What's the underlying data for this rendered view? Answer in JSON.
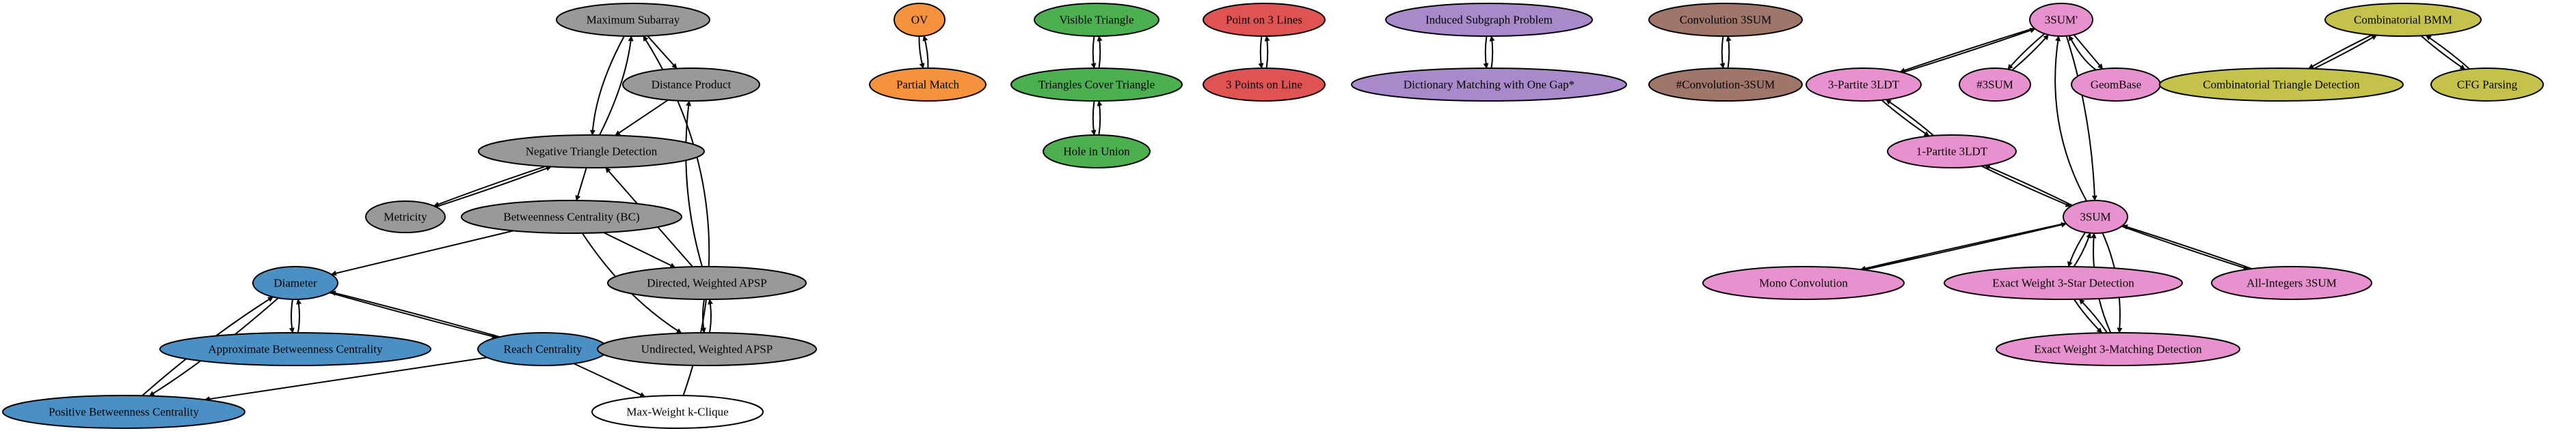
{
  "palette": {
    "gray": "#999999",
    "blue": "#4a90c4",
    "orange": "#f5923e",
    "green": "#4caf50",
    "red": "#e05353",
    "purple": "#a889c9",
    "brown": "#a0756a",
    "pink": "#e891cf",
    "olive": "#c4c24a",
    "white": "#ffffff"
  },
  "nodes": [
    {
      "id": "max_subarray",
      "label": "Maximum Subarray",
      "color": "gray"
    },
    {
      "id": "distance_product",
      "label": "Distance Product",
      "color": "gray"
    },
    {
      "id": "neg_triangle",
      "label": "Negative Triangle Detection",
      "color": "gray"
    },
    {
      "id": "metricity",
      "label": "Metricity",
      "color": "gray"
    },
    {
      "id": "bc",
      "label": "Betweenness Centrality (BC)",
      "color": "gray"
    },
    {
      "id": "diameter",
      "label": "Diameter",
      "color": "blue"
    },
    {
      "id": "directed_apsp",
      "label": "Directed, Weighted APSP",
      "color": "gray"
    },
    {
      "id": "approx_bc",
      "label": "Approximate Betweenness Centrality",
      "color": "blue"
    },
    {
      "id": "reach",
      "label": "Reach Centrality",
      "color": "blue"
    },
    {
      "id": "undirected_apsp",
      "label": "Undirected, Weighted APSP",
      "color": "gray"
    },
    {
      "id": "pos_bc",
      "label": "Positive Betweenness Centrality",
      "color": "blue"
    },
    {
      "id": "max_kclique",
      "label": "Max-Weight k-Clique",
      "color": "white"
    },
    {
      "id": "ov",
      "label": "OV",
      "color": "orange"
    },
    {
      "id": "partial_match",
      "label": "Partial Match",
      "color": "orange"
    },
    {
      "id": "visible_triangle",
      "label": "Visible Triangle",
      "color": "green"
    },
    {
      "id": "triangles_cover",
      "label": "Triangles Cover Triangle",
      "color": "green"
    },
    {
      "id": "hole_union",
      "label": "Hole in Union",
      "color": "green"
    },
    {
      "id": "point3lines",
      "label": "Point on 3 Lines",
      "color": "red"
    },
    {
      "id": "points3line",
      "label": "3 Points on Line",
      "color": "red"
    },
    {
      "id": "induced_subgraph",
      "label": "Induced Subgraph Problem",
      "color": "purple"
    },
    {
      "id": "dict_matching",
      "label": "Dictionary Matching with One Gap*",
      "color": "purple"
    },
    {
      "id": "conv3sum",
      "label": "Convolution 3SUM",
      "color": "brown"
    },
    {
      "id": "hash_conv3sum",
      "label": "#Convolution-3SUM",
      "color": "brown"
    },
    {
      "id": "threesum_prime",
      "label": "3SUM'",
      "color": "pink"
    },
    {
      "id": "partite3ldt",
      "label": "3-Partite 3LDT",
      "color": "pink"
    },
    {
      "id": "hash3sum",
      "label": "#3SUM",
      "color": "pink"
    },
    {
      "id": "geombase",
      "label": "GeomBase",
      "color": "pink"
    },
    {
      "id": "partite1ldt",
      "label": "1-Partite 3LDT",
      "color": "pink"
    },
    {
      "id": "threesum",
      "label": "3SUM",
      "color": "pink"
    },
    {
      "id": "mono_conv",
      "label": "Mono Convolution",
      "color": "pink"
    },
    {
      "id": "exact_star",
      "label": "Exact Weight 3-Star Detection",
      "color": "pink"
    },
    {
      "id": "all_int3sum",
      "label": "All-Integers 3SUM",
      "color": "pink"
    },
    {
      "id": "exact_matching",
      "label": "Exact Weight 3-Matching Detection",
      "color": "pink"
    },
    {
      "id": "comb_bmm",
      "label": "Combinatorial BMM",
      "color": "olive"
    },
    {
      "id": "comb_triangle",
      "label": "Combinatorial Triangle Detection",
      "color": "olive"
    },
    {
      "id": "cfg_parsing",
      "label": "CFG Parsing",
      "color": "olive"
    }
  ]
}
